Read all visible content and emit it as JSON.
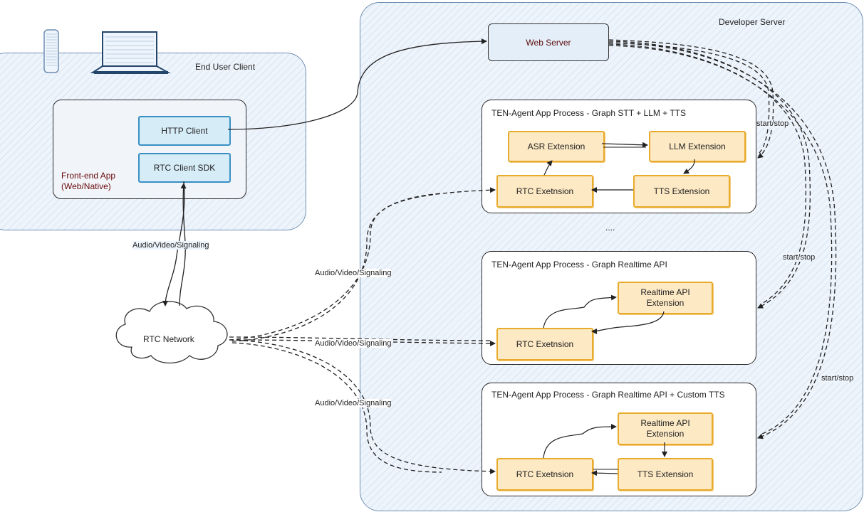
{
  "end_user_client": {
    "title": "End User Client",
    "frontend_app_label": "Front-end App\n(Web/Native)",
    "http_client": "HTTP Client",
    "rtc_client_sdk": "RTC Client SDK"
  },
  "developer_server": {
    "title": "Developer Server",
    "web_server": "Web Server",
    "ellipsis": "....",
    "graph_stt": {
      "title": "TEN-Agent App Process - Graph STT + LLM + TTS",
      "asr": "ASR Extension",
      "llm": "LLM Extension",
      "rtc": "RTC Exetnsion",
      "tts": "TTS Extension"
    },
    "graph_realtime": {
      "title": "TEN-Agent App Process - Graph Realtime API",
      "realtime": "Realtime API\nExtension",
      "rtc": "RTC Exetnsion"
    },
    "graph_realtime_tts": {
      "title": "TEN-Agent App Process - Graph Realtime API + Custom TTS",
      "realtime": "Realtime API\nExtension",
      "rtc": "RTC Exetnsion",
      "tts": "TTS Extension"
    }
  },
  "rtc_network": "RTC Network",
  "labels": {
    "avs_client": "Audio/Video/Signaling",
    "avs_1": "Audio/Video/Signaling",
    "avs_2": "Audio/Video/Signaling",
    "avs_3": "Audio/Video/Signaling",
    "start_stop_1": "start/stop",
    "start_stop_2": "start/stop",
    "start_stop_3": "start/stop"
  },
  "colors": {
    "region_fill": "#eef4fb",
    "region_border": "#6f8fb3",
    "extension_fill": "#fde9c4",
    "extension_border": "#e8ab2c",
    "client_fill": "#d6ecf7",
    "client_border": "#3a8fc4"
  }
}
